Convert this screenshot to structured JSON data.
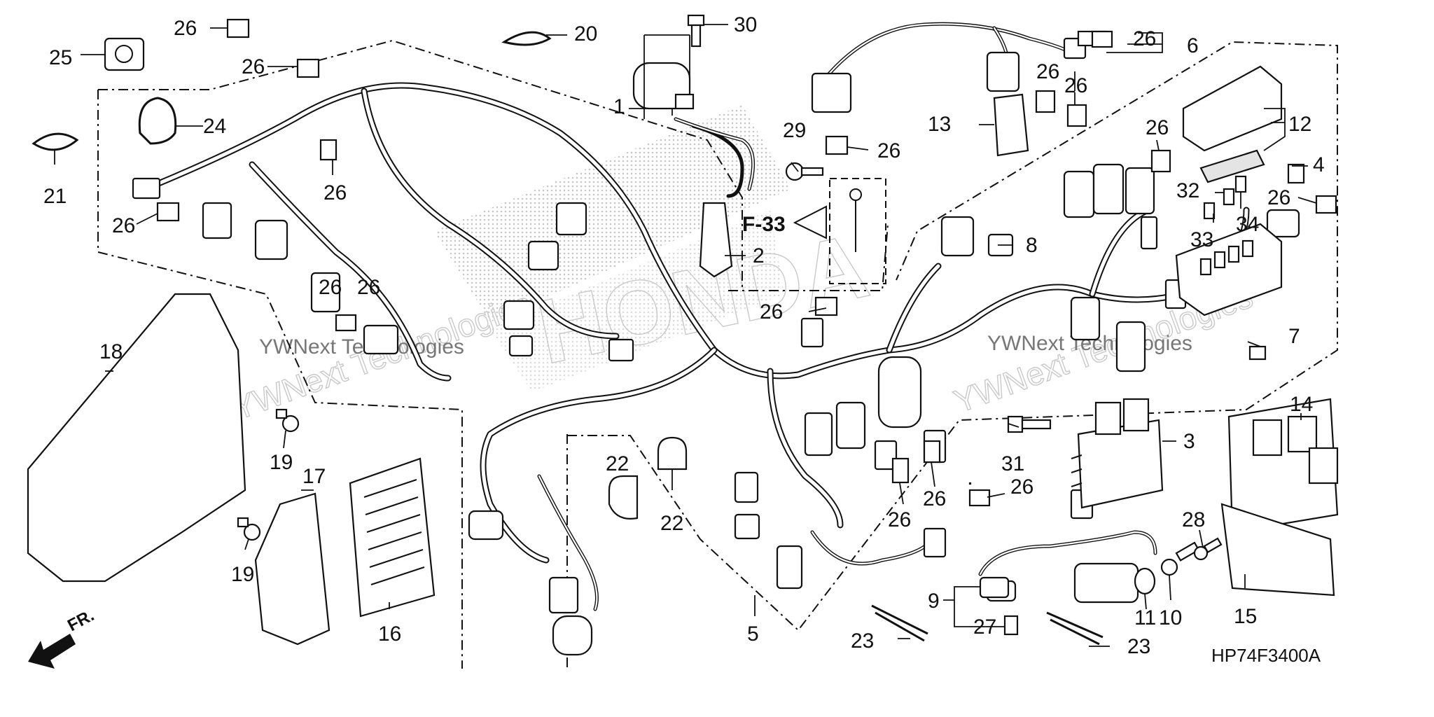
{
  "diagram": {
    "drawing_code": "HP74F3400A",
    "front_arrow_label": "FR.",
    "reference_label": "F-33",
    "watermark_text": "YWNext Technologies",
    "watermark_brand": "HONDA",
    "callouts": [
      {
        "id": "c1",
        "label": "1",
        "part": "ignition-coil"
      },
      {
        "id": "c2",
        "label": "2",
        "part": "spark-plug-cap"
      },
      {
        "id": "c3",
        "label": "3",
        "part": "regulator-rectifier"
      },
      {
        "id": "c4",
        "label": "4",
        "part": "relay"
      },
      {
        "id": "c5",
        "label": "5",
        "part": "sub-harness"
      },
      {
        "id": "c6",
        "label": "6",
        "part": "connector"
      },
      {
        "id": "c7",
        "label": "7",
        "part": "clip"
      },
      {
        "id": "c8",
        "label": "8",
        "part": "connector"
      },
      {
        "id": "c9",
        "label": "9",
        "part": "sensor-lead"
      },
      {
        "id": "c10",
        "label": "10",
        "part": "bolt"
      },
      {
        "id": "c11",
        "label": "11",
        "part": "grommet"
      },
      {
        "id": "c12",
        "label": "12",
        "part": "fuse-box-cover"
      },
      {
        "id": "c13",
        "label": "13",
        "part": "connector-cover"
      },
      {
        "id": "c14",
        "label": "14",
        "part": "control-module"
      },
      {
        "id": "c15",
        "label": "15",
        "part": "module-holder"
      },
      {
        "id": "c16",
        "label": "16",
        "part": "control-unit"
      },
      {
        "id": "c17",
        "label": "17",
        "part": "unit-holder"
      },
      {
        "id": "c18",
        "label": "18",
        "part": "harness-cover"
      },
      {
        "id": "c19a",
        "label": "19",
        "part": "screw"
      },
      {
        "id": "c19b",
        "label": "19",
        "part": "screw"
      },
      {
        "id": "c20",
        "label": "20",
        "part": "band"
      },
      {
        "id": "c21",
        "label": "21",
        "part": "band"
      },
      {
        "id": "c22a",
        "label": "22",
        "part": "clamp"
      },
      {
        "id": "c22b",
        "label": "22",
        "part": "clamp"
      },
      {
        "id": "c23a",
        "label": "23",
        "part": "tie-band"
      },
      {
        "id": "c23b",
        "label": "23",
        "part": "tie-band"
      },
      {
        "id": "c24",
        "label": "24",
        "part": "band"
      },
      {
        "id": "c25",
        "label": "25",
        "part": "clamp"
      },
      {
        "id": "c26a",
        "label": "26",
        "part": "clip"
      },
      {
        "id": "c26b",
        "label": "26",
        "part": "clip"
      },
      {
        "id": "c26c",
        "label": "26",
        "part": "clip"
      },
      {
        "id": "c26d",
        "label": "26",
        "part": "clip"
      },
      {
        "id": "c26e",
        "label": "26",
        "part": "clip"
      },
      {
        "id": "c26f",
        "label": "26",
        "part": "clip"
      },
      {
        "id": "c26g",
        "label": "26",
        "part": "clip"
      },
      {
        "id": "c26h",
        "label": "26",
        "part": "clip"
      },
      {
        "id": "c26i",
        "label": "26",
        "part": "clip"
      },
      {
        "id": "c26j",
        "label": "26",
        "part": "clip"
      },
      {
        "id": "c26k",
        "label": "26",
        "part": "clip"
      },
      {
        "id": "c26l",
        "label": "26",
        "part": "clip"
      },
      {
        "id": "c26m",
        "label": "26",
        "part": "clip"
      },
      {
        "id": "c26n",
        "label": "26",
        "part": "clip"
      },
      {
        "id": "c26o",
        "label": "26",
        "part": "clip"
      },
      {
        "id": "c26p",
        "label": "26",
        "part": "clip"
      },
      {
        "id": "c27",
        "label": "27",
        "part": "clip"
      },
      {
        "id": "c28",
        "label": "28",
        "part": "bolt"
      },
      {
        "id": "c29",
        "label": "29",
        "part": "bolt"
      },
      {
        "id": "c30",
        "label": "30",
        "part": "bolt"
      },
      {
        "id": "c31",
        "label": "31",
        "part": "bolt"
      },
      {
        "id": "c32",
        "label": "32",
        "part": "fuse"
      },
      {
        "id": "c33",
        "label": "33",
        "part": "fuse"
      },
      {
        "id": "c34",
        "label": "34",
        "part": "fuse"
      }
    ]
  }
}
